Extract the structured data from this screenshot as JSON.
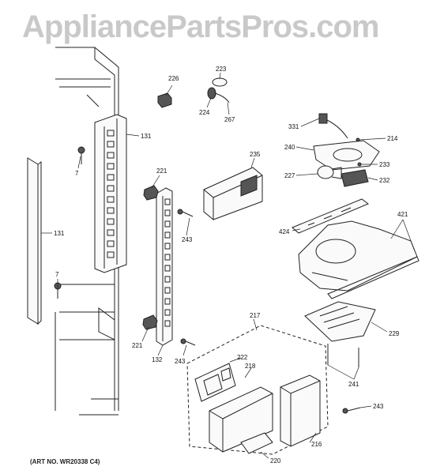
{
  "watermark": "AppliancePartsPros.com",
  "art_no": "(ART NO. WR20338 C4)",
  "callouts": {
    "p131a": "131",
    "p131b": "131",
    "p7a": "7",
    "p7b": "7",
    "p226": "226",
    "p223": "223",
    "p224": "224",
    "p267": "267",
    "p221a": "221",
    "p221b": "221",
    "p132": "132",
    "p243a": "243",
    "p243b": "243",
    "p235": "235",
    "p331": "331",
    "p214": "214",
    "p240": "240",
    "p233": "233",
    "p227": "227",
    "p232": "232",
    "p424": "424",
    "p421": "421",
    "p229": "229",
    "p217": "217",
    "p222": "222",
    "p218": "218",
    "p241": "241",
    "p243c": "243",
    "p216": "216",
    "p220": "220"
  }
}
